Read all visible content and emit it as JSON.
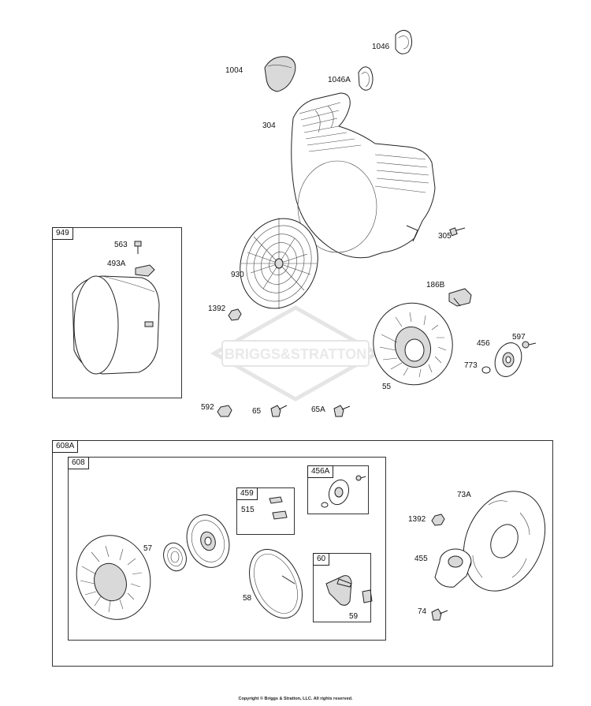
{
  "watermark": "BRIGGS&STRATTON",
  "copyright": "Copyright © Briggs & Stratton, LLC. All rights reserved.",
  "colors": {
    "ink": "#222222",
    "fill": "#d9d9d9",
    "watermark": "#e3e3e3"
  },
  "part_labels": {
    "p1004": "1004",
    "p1046": "1046",
    "p1046A": "1046A",
    "p304": "304",
    "p305": "305",
    "p930": "930",
    "p1392a": "1392",
    "p186B": "186B",
    "p456": "456",
    "p597": "597",
    "p773": "773",
    "p55": "55",
    "p592": "592",
    "p65": "65",
    "p65A": "65A",
    "p563": "563",
    "p493A": "493A",
    "p515": "515",
    "p57": "57",
    "p58": "58",
    "p59": "59",
    "p73A": "73A",
    "p1392b": "1392",
    "p455": "455",
    "p74": "74"
  },
  "group_tags": {
    "g949": "949",
    "g608A": "608A",
    "g608": "608",
    "g459": "459",
    "g456A": "456A",
    "g60": "60"
  }
}
